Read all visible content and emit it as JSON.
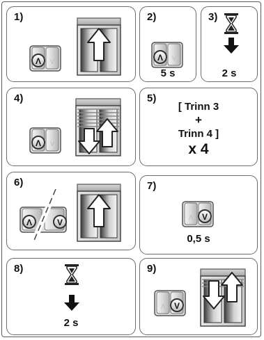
{
  "steps": [
    {
      "label": "1)"
    },
    {
      "label": "2)",
      "time": "5 s"
    },
    {
      "label": "3)",
      "time": "2 s"
    },
    {
      "label": "4)"
    },
    {
      "label": "5)",
      "line1": "[ Trinn 3",
      "line2": "+",
      "line3": "Trinn 4 ]",
      "line4": "x 4"
    },
    {
      "label": "6)"
    },
    {
      "label": "7)",
      "time": "0,5 s"
    },
    {
      "label": "8)",
      "time": "2 s"
    },
    {
      "label": "9)"
    }
  ],
  "icons": {
    "switch_up_label": "Λ",
    "switch_down_label": "V"
  }
}
